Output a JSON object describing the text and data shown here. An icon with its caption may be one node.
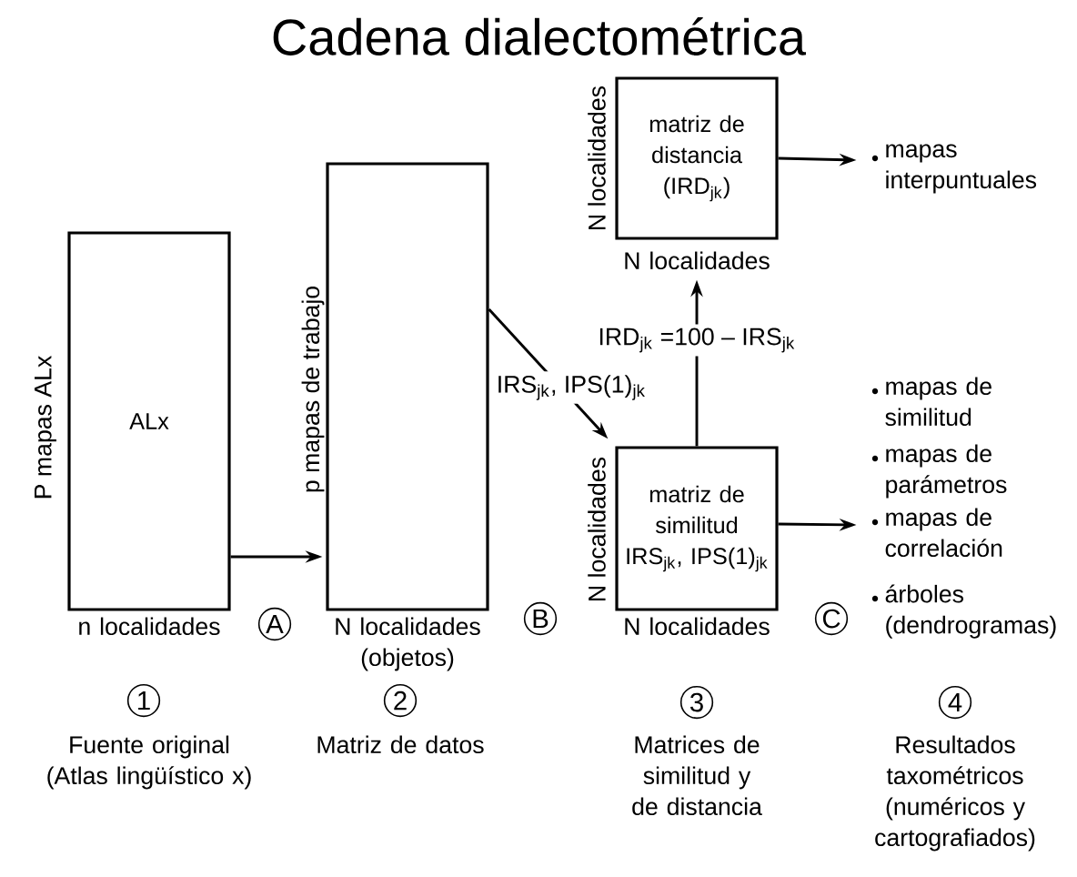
{
  "diagram": {
    "title": "Cadena dialectométrica",
    "nodes": [
      {
        "text": [
          "ALx"
        ],
        "beside": [
          "P mapas ALx",
          "n localidades"
        ]
      },
      {
        "text": [],
        "shape": "box",
        "beside": [
          "p mapas de trabajo",
          "N localidades (objetos)"
        ]
      },
      {
        "text": [
          "matriz de distancia (IRD$_{jk}$)"
        ],
        "beside": [
          "N localidades",
          "N localidades"
        ]
      },
      {
        "text": [
          "matriz de similitud IRS$_{jk}$, IPS(1)$_{jk}$"
        ],
        "beside": [
          "N localidades",
          "N localidades"
        ]
      },
      {
        "text": [
          "mapas interpuntuales"
        ]
      },
      {
        "text": [
          "mapas de similitud",
          "mapas de parámetros",
          "mapas de correlación",
          "árboles (dendrogramas)"
        ]
      }
    ],
    "edges": [
      {
        "from": 0,
        "to": 1,
        "arrow": "to"
      },
      {
        "from": 1,
        "to": 3,
        "arrow": "to",
        "label": "IRS$_{jk}$, IPS(1)$_{jk}$"
      },
      {
        "from": 3,
        "to": 2,
        "arrow": "to",
        "label": "IRD$_{jk}$ =100 – IRS$_{jk}$"
      },
      {
        "from": 2,
        "to": 4,
        "arrow": "to"
      },
      {
        "from": 3,
        "to": 5,
        "arrow": "to"
      }
    ],
    "labels": [
      "A",
      "B",
      "C",
      "1",
      "2",
      "3",
      "4",
      "Fuente original (Atlas lingüístico x)",
      "Matriz de datos",
      "Matrices de similitud y de distancia",
      "Resultados taxométricos (numéricos y cartografiados)"
    ]
  }
}
